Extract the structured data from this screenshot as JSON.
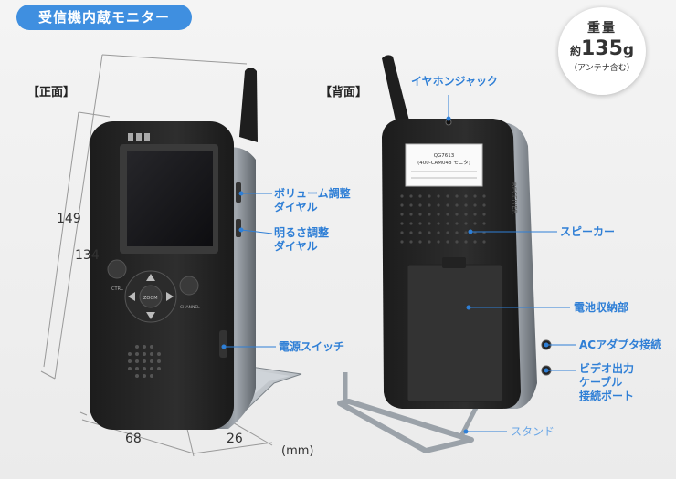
{
  "header": {
    "title": "受信機内蔵モニター"
  },
  "weight_badge": {
    "title": "重量",
    "prefix": "約",
    "value": "135",
    "unit": "g",
    "note": "（アンテナ含む）"
  },
  "views": {
    "front": "【正面】",
    "back": "【背面】"
  },
  "dimensions": {
    "height_total": "149",
    "height_body": "134",
    "width": "68",
    "depth": "26",
    "unit": "(mm)"
  },
  "device_labels": {
    "ctrl": "CTRL",
    "zoom": "ZOOM",
    "channel": "CHANNEL",
    "side": "RECEIVER",
    "sticker_line1": "QG7613",
    "sticker_line2": "(400-CAM048 モニタ)"
  },
  "callouts": {
    "volume": "ボリューム調整\nダイヤル",
    "brightness": "明るさ調整\nダイヤル",
    "power": "電源スイッチ",
    "earphone": "イヤホンジャック",
    "speaker": "スピーカー",
    "battery": "電池収納部",
    "ac": "ACアダプタ接続",
    "video": "ビデオ出力\nケーブル\n接続ポート",
    "stand": "スタンド"
  },
  "colors": {
    "accent": "#3f8fe0",
    "callout": "#2f7fd6",
    "body": "#2a2a2a",
    "side": "#8a9098"
  }
}
